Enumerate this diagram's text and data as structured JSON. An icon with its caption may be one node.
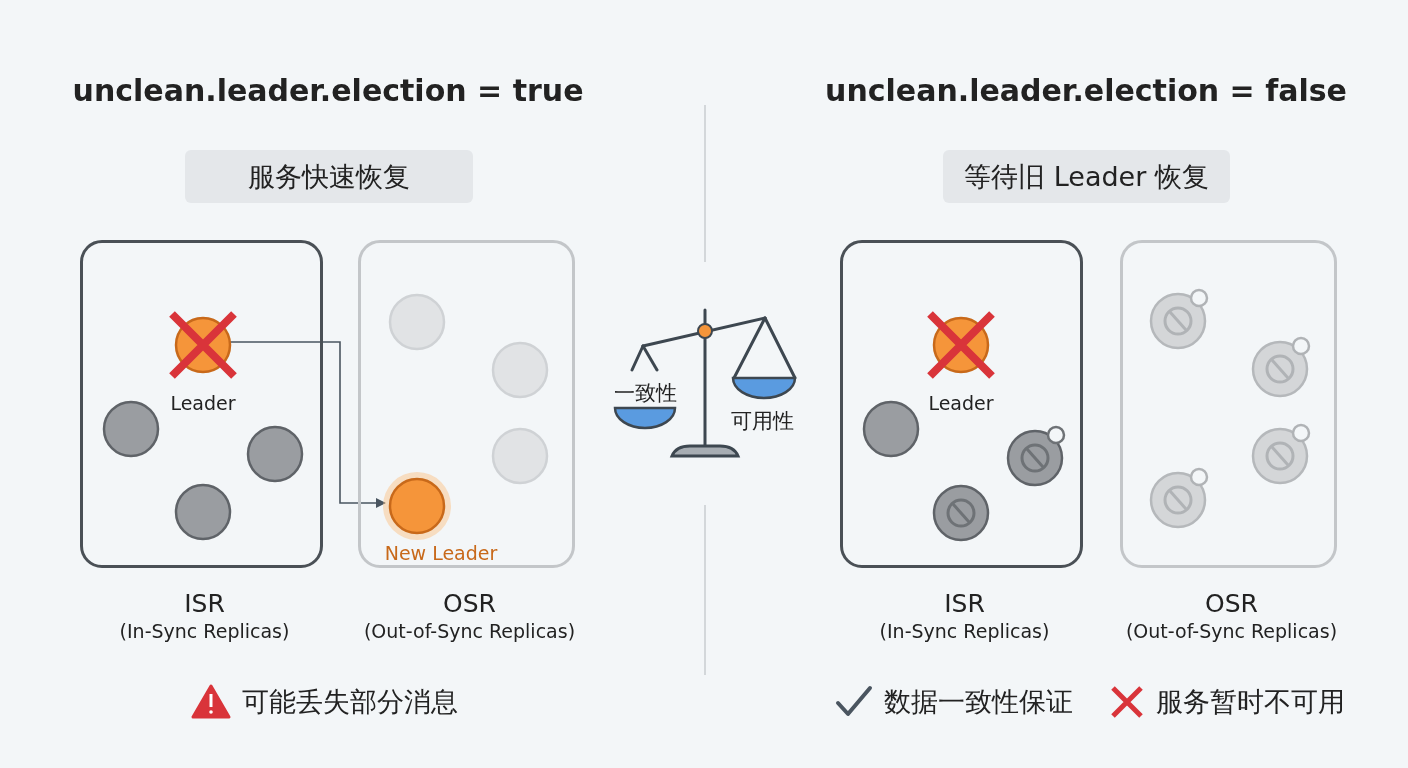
{
  "diagram": {
    "nodes": [
      {
        "text": [
          "服务快速恢复"
        ]
      },
      {
        "text": [
          "ISR",
          "(In-Sync Replicas)"
        ]
      },
      {
        "text": [
          "OSR",
          "(Out-of-Sync Replicas)"
        ]
      },
      {
        "text": [
          "Leader"
        ],
        "in": 1
      },
      {
        "text": [],
        "shape": "circle",
        "in": 1
      },
      {
        "text": [],
        "shape": "circle",
        "in": 1
      },
      {
        "text": [],
        "shape": "circle",
        "in": 1
      },
      {
        "text": [],
        "shape": "circle",
        "in": 2
      },
      {
        "text": [],
        "shape": "circle",
        "in": 2
      },
      {
        "text": [],
        "shape": "circle",
        "in": 2
      },
      {
        "text": [
          "New Leader"
        ],
        "in": 2
      },
      {
        "text": [
          "等待旧 Leader 恢复"
        ]
      },
      {
        "text": [
          "ISR",
          "(In-Sync Replicas)"
        ]
      },
      {
        "text": [
          "OSR",
          "(Out-of-Sync Replicas)"
        ]
      },
      {
        "text": [
          "Leader"
        ],
        "in": 12
      },
      {
        "text": [],
        "shape": "circle",
        "in": 12
      },
      {
        "text": [],
        "shape": "circle",
        "in": 12
      },
      {
        "text": [],
        "shape": "circle",
        "in": 12
      },
      {
        "text": [],
        "shape": "circle",
        "in": 13
      },
      {
        "text": [],
        "shape": "circle",
        "in": 13
      },
      {
        "text": [],
        "shape": "circle",
        "in": 13
      },
      {
        "text": [],
        "shape": "circle",
        "in": 13
      }
    ],
    "edges": [
      {
        "from": 3,
        "to": 10,
        "arrow": "to"
      }
    ],
    "labels": [
      "unclean.leader.election = true",
      "unclean.leader.election = false",
      "一致性",
      "可用性",
      "可能丢失部分消息",
      "数据一致性保证",
      "服务暂时不可用"
    ]
  }
}
